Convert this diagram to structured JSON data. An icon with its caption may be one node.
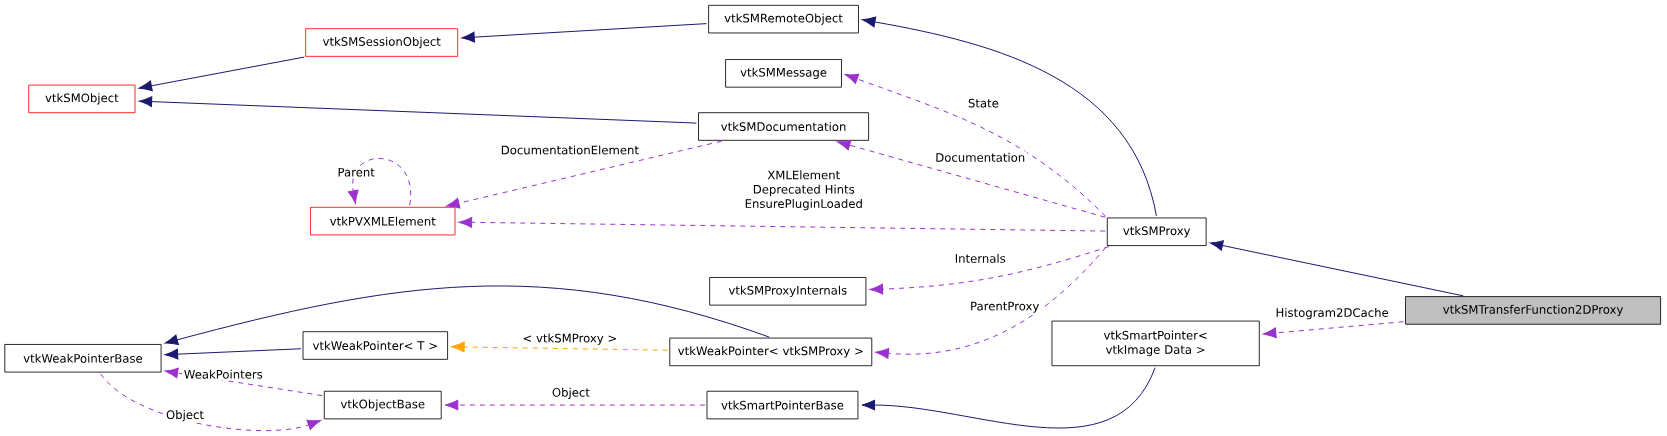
{
  "diagram": {
    "nodes": [
      {
        "text": [
          "vtkSMTransferFunction2DProxy"
        ]
      },
      {
        "text": [
          "vtkSMProxy"
        ]
      },
      {
        "text": [
          "vtkSMRemoteObject"
        ]
      },
      {
        "text": [
          "vtkSMSessionObject"
        ]
      },
      {
        "text": [
          "vtkSMObject"
        ]
      },
      {
        "text": [
          "vtkSMMessage"
        ]
      },
      {
        "text": [
          "vtkSMDocumentation"
        ]
      },
      {
        "text": [
          "vtkPVXMLElement"
        ]
      },
      {
        "text": [
          "vtkSMProxyInternals"
        ]
      },
      {
        "text": [
          "vtkWeakPointerBase"
        ]
      },
      {
        "text": [
          "vtkWeakPointer< T >"
        ]
      },
      {
        "text": [
          "vtkWeakPointer< vtkSMProxy >"
        ]
      },
      {
        "text": [
          "vtkSmartPointer< vtkImage Data >"
        ]
      },
      {
        "text": [
          "vtkObjectBase"
        ]
      },
      {
        "text": [
          "vtkSmartPointerBase"
        ]
      }
    ],
    "edges": [
      {
        "from": 0,
        "to": 1,
        "arrow": "to",
        "color": "#191970"
      },
      {
        "from": 1,
        "to": 2,
        "arrow": "to",
        "color": "#191970"
      },
      {
        "from": 2,
        "to": 3,
        "arrow": "to",
        "color": "#191970"
      },
      {
        "from": 3,
        "to": 4,
        "arrow": "to",
        "color": "#191970"
      },
      {
        "from": 6,
        "to": 4,
        "arrow": "to",
        "color": "#191970"
      },
      {
        "from": 1,
        "to": 5,
        "arrow": "to",
        "label": "State",
        "style": "dashed"
      },
      {
        "from": 1,
        "to": 6,
        "arrow": "to",
        "label": "Documentation",
        "style": "dashed"
      },
      {
        "from": 6,
        "to": 7,
        "arrow": "to",
        "label": "DocumentationElement",
        "style": "dashed"
      },
      {
        "from": 7,
        "to": 7,
        "arrow": "to",
        "label": "Parent",
        "style": "dashed"
      },
      {
        "from": 1,
        "to": 7,
        "arrow": "to",
        "label": "XMLElement Deprecated Hints EnsurePluginLoaded",
        "style": "dashed"
      },
      {
        "from": 1,
        "to": 8,
        "arrow": "to",
        "label": "Internals",
        "style": "dashed"
      },
      {
        "from": 1,
        "to": 11,
        "arrow": "to",
        "label": "ParentProxy",
        "style": "dashed"
      },
      {
        "from": 0,
        "to": 12,
        "arrow": "to",
        "label": "Histogram2DCache",
        "style": "dashed"
      },
      {
        "from": 11,
        "to": 9,
        "arrow": "to",
        "color": "#191970"
      },
      {
        "from": 10,
        "to": 9,
        "arrow": "to",
        "color": "#191970"
      },
      {
        "from": 11,
        "to": 10,
        "arrow": "to",
        "label": "< vtkSMProxy >",
        "style": "dashed",
        "color": "#ffa500"
      },
      {
        "from": 12,
        "to": 14,
        "arrow": "to",
        "color": "#191970"
      },
      {
        "from": 14,
        "to": 13,
        "arrow": "to",
        "label": "Object",
        "style": "dashed"
      },
      {
        "from": 13,
        "to": 9,
        "arrow": "to",
        "label": "WeakPointers",
        "style": "dashed"
      },
      {
        "from": 9,
        "to": 13,
        "arrow": "to",
        "label": "Object",
        "style": "dashed"
      }
    ]
  }
}
